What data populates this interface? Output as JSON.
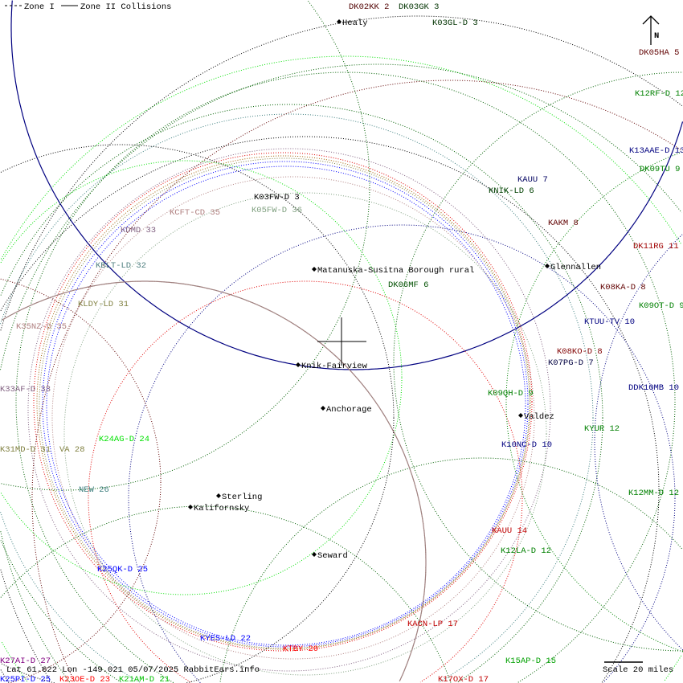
{
  "legend": {
    "zone1": "Zone I",
    "zone2": "Zone II Collisions"
  },
  "north_label": "N",
  "footer": {
    "coords": "Lat 61.622 Lon -149.021 05/07/2025 RabbitEars.info",
    "scale": "Scale 20 miles"
  },
  "cities": {
    "healy": "Healy",
    "matsu": "Matanuska-Susitna Borough rural",
    "glennallen": "Glennallen",
    "knik": "Knik-Fairview",
    "anchorage": "Anchorage",
    "valdez": "Valdez",
    "sterling": "Sterling",
    "kalifornsky": "Kalifornsky",
    "seward": "Seward"
  },
  "stations": {
    "dk02kk": "DK02KK 2",
    "dk03gk": "DK03GK 3",
    "k03gl": "K03GL-D 3",
    "dk05ha": "DK05HA 5",
    "k12rf": "K12RF-D 12",
    "k13aae": "K13AAE-D 13",
    "dk09tu": "DK09TU 9",
    "kauu7": "KAUU 7",
    "knik": "KNIK-LD 6",
    "k03fw": "K03FW-D 3",
    "kcft": "KCFT-CD 35",
    "k05fw": "K05FW-D 36",
    "kakm": "KAKM 8",
    "kdmd": "KDMD 33",
    "dk11rg": "DK11RG 11",
    "kblt": "KBLT-LD 32",
    "dk06mf": "DK06MF 6",
    "k08ka": "K08KA-D 8",
    "kldy": "KLDY-LD 31",
    "k09ot": "K09OT-D 9",
    "k35nz": "K35NZ-D 35",
    "ktuu": "KTUU-TV 10",
    "k08ko": "K08KO-D 8",
    "k07pg": "K07PG-D 7",
    "k33af": "K33AF-D 33",
    "ddk10mb": "DDK10MB 10",
    "k09qh": "K09QH-D 9",
    "k24ag": "K24AG-D 24",
    "k10nc": "K10NC-D 10",
    "kyur": "KYUR 12",
    "k31md": "K31MD-D 31",
    "va28": "VA 28",
    "new26": "NEW 26",
    "k12mm": "K12MM-D 12",
    "kauu14": "KAUU 14",
    "k12la": "K12LA-D 12",
    "k25qk": "K25QK-D 25",
    "kacn": "KACN-LP 17",
    "kyes": "KYES-LD 22",
    "ktby": "KTBY 20",
    "k27ai": "K27AI-D 27",
    "k15ap": "K15AP-D 15",
    "k25pi": "K25PI-D 25",
    "k23oe": "K23OE-D 23",
    "k21am": "K21AM-D 21",
    "k17ox": "K17OX-D 17"
  },
  "colors": {
    "maroon": "#600000",
    "darkgreen": "#006000",
    "green": "#008000",
    "lime": "#00e000",
    "navy": "#000080",
    "blue": "#0000ff",
    "red": "#e00000",
    "rosy": "#b08080",
    "olive": "#808040",
    "mauve": "#806080",
    "teal": "#408080",
    "sage": "#80a080"
  }
}
